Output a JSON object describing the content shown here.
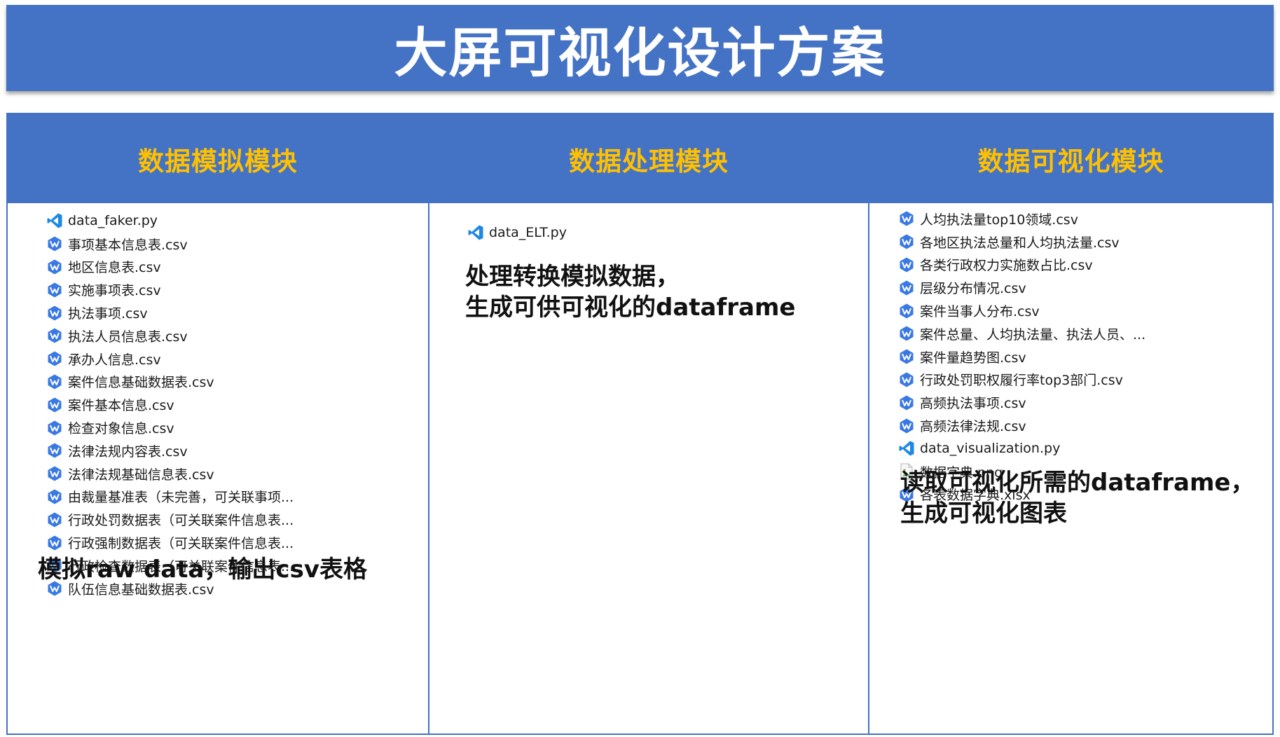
{
  "title": "大屏可视化设计方案",
  "colors": {
    "header_bg": "#4472c4",
    "header_text": "#ffc000",
    "title_text": "#ffffff",
    "vscode_icon": "#1e88e5",
    "wps_icon": "#3a79e3"
  },
  "columns": [
    {
      "header": "数据模拟模块",
      "files": [
        {
          "icon": "vscode-icon",
          "name": "data_faker.py"
        },
        {
          "icon": "wps-icon",
          "name": "事项基本信息表.csv"
        },
        {
          "icon": "wps-icon",
          "name": "地区信息表.csv"
        },
        {
          "icon": "wps-icon",
          "name": "实施事项表.csv"
        },
        {
          "icon": "wps-icon",
          "name": "执法事项.csv"
        },
        {
          "icon": "wps-icon",
          "name": "执法人员信息表.csv"
        },
        {
          "icon": "wps-icon",
          "name": "承办人信息.csv"
        },
        {
          "icon": "wps-icon",
          "name": "案件信息基础数据表.csv"
        },
        {
          "icon": "wps-icon",
          "name": "案件基本信息.csv"
        },
        {
          "icon": "wps-icon",
          "name": "检查对象信息.csv"
        },
        {
          "icon": "wps-icon",
          "name": "法律法规内容表.csv"
        },
        {
          "icon": "wps-icon",
          "name": "法律法规基础信息表.csv"
        },
        {
          "icon": "wps-icon",
          "name": "由裁量基准表（未完善，可关联事项..."
        },
        {
          "icon": "wps-icon",
          "name": "行政处罚数据表（可关联案件信息表..."
        },
        {
          "icon": "wps-icon",
          "name": "行政强制数据表（可关联案件信息表..."
        },
        {
          "icon": "wps-icon",
          "name": "行政检查数据表（可关联案件信息表..."
        },
        {
          "icon": "wps-icon",
          "name": "队伍信息基础数据表.csv"
        }
      ],
      "description": [
        "模拟raw data，输出csv表格"
      ]
    },
    {
      "header": "数据处理模块",
      "files": [
        {
          "icon": "vscode-icon",
          "name": "data_ELT.py"
        }
      ],
      "description": [
        "处理转换模拟数据，",
        "生成可供可视化的dataframe"
      ]
    },
    {
      "header": "数据可视化模块",
      "files": [
        {
          "icon": "wps-icon",
          "name": "人均执法量top10领域.csv"
        },
        {
          "icon": "wps-icon",
          "name": "各地区执法总量和人均执法量.csv"
        },
        {
          "icon": "wps-icon",
          "name": "各类行政权力实施数占比.csv"
        },
        {
          "icon": "wps-icon",
          "name": "层级分布情况.csv"
        },
        {
          "icon": "wps-icon",
          "name": "案件当事人分布.csv"
        },
        {
          "icon": "wps-icon",
          "name": "案件总量、人均执法量、执法人员、..."
        },
        {
          "icon": "wps-icon",
          "name": "案件量趋势图.csv"
        },
        {
          "icon": "wps-icon",
          "name": "行政处罚职权履行率top3部门.csv"
        },
        {
          "icon": "wps-icon",
          "name": "高频执法事项.csv"
        },
        {
          "icon": "wps-icon",
          "name": "高频法律法规.csv"
        },
        {
          "icon": "vscode-icon",
          "name": "data_visualization.py"
        },
        {
          "icon": "image-file-icon",
          "name": "数据字典.png"
        },
        {
          "icon": "wps-icon",
          "name": "各表数据字典.xlsx"
        }
      ],
      "description": [
        "读取可视化所需的dataframe，",
        "生成可视化图表"
      ]
    }
  ]
}
